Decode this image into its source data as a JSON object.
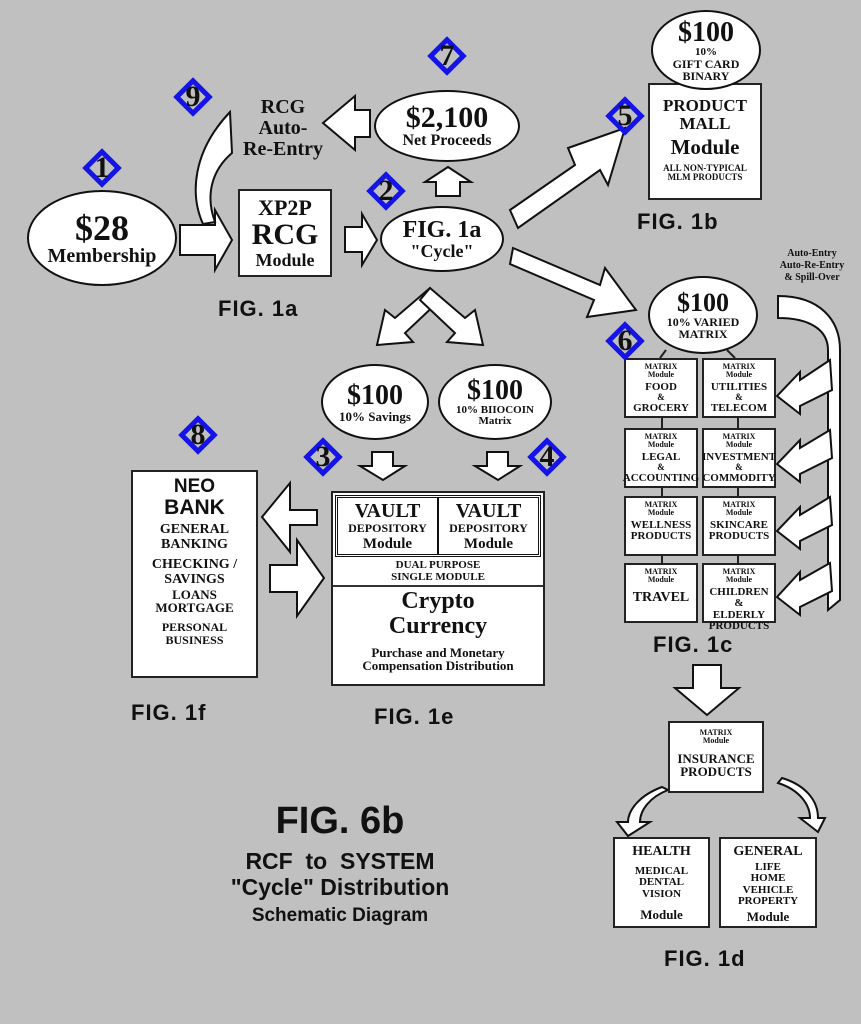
{
  "title": {
    "fig": "FIG. 6b",
    "line1": "RCF  to  SYSTEM",
    "line2": "\"Cycle\" Distribution",
    "line3": "Schematic Diagram"
  },
  "steps": {
    "s1": "1",
    "s2": "2",
    "s3": "3",
    "s4": "4",
    "s5": "5",
    "s6": "6",
    "s7": "7",
    "s8": "8",
    "s9": "9"
  },
  "fig1a": {
    "membership_amount": "$28",
    "membership_label": "Membership",
    "module_line1": "XP2P",
    "module_line2": "RCG",
    "module_line3": "Module",
    "reentry_line1": "RCG",
    "reentry_line2": "Auto-",
    "reentry_line3": "Re-Entry",
    "cycle_line1": "FIG. 1a",
    "cycle_line2": "\"Cycle\"",
    "net_amount": "$2,100",
    "net_label": "Net Proceeds",
    "caption": "FIG. 1a"
  },
  "fig1b": {
    "amount": "$100",
    "pct": "10%",
    "line2": "GIFT CARD",
    "line3": "BINARY",
    "box_line1": "PRODUCT",
    "box_line2": "MALL",
    "box_line3": "Module",
    "box_line4": "ALL NON-TYPICAL",
    "box_line5": "MLM PRODUCTS",
    "caption": "FIG. 1b"
  },
  "fig1c": {
    "amount": "$100",
    "line1": "10% VARIED",
    "line2": "MATRIX",
    "spill_line1": "Auto-Entry",
    "spill_line2": "Auto-Re-Entry",
    "spill_line3": "& Spill-Over",
    "module_tag": "MATRIX",
    "module_sub": "Module",
    "modules": [
      {
        "l1": "FOOD",
        "l2": "&",
        "l3": "GROCERY"
      },
      {
        "l1": "UTILITIES",
        "l2": "&",
        "l3": "TELECOM"
      },
      {
        "l1": "LEGAL",
        "l2": "&",
        "l3": "ACCOUNTING"
      },
      {
        "l1": "INVESTMENT",
        "l2": "&",
        "l3": "COMMODITY"
      },
      {
        "l1": "WELLNESS",
        "l2": "PRODUCTS",
        "l3": ""
      },
      {
        "l1": "SKINCARE",
        "l2": "PRODUCTS",
        "l3": ""
      },
      {
        "l1": "TRAVEL",
        "l2": "",
        "l3": ""
      },
      {
        "l1": "CHILDREN &",
        "l2": "ELDERLY",
        "l3": "PRODUCTS"
      }
    ],
    "caption": "FIG. 1c"
  },
  "fig1d": {
    "tag": "MATRIX",
    "sub": "Module",
    "line1": "INSURANCE",
    "line2": "PRODUCTS",
    "health_title": "HEALTH",
    "health_items": [
      "MEDICAL",
      "DENTAL",
      "VISION"
    ],
    "health_module": "Module",
    "general_title": "GENERAL",
    "general_items": [
      "LIFE",
      "HOME",
      "VEHICLE",
      "PROPERTY"
    ],
    "general_module": "Module",
    "caption": "FIG. 1d"
  },
  "fig1e": {
    "savings_amount": "$100",
    "savings_label": "10% Savings",
    "coin_amount": "$100",
    "coin_label1": "10% BIIOCOIN",
    "coin_label2": "Matrix",
    "vault_title": "VAULT",
    "vault_sub": "DEPOSITORY",
    "vault_module": "Module",
    "dual1": "DUAL PURPOSE",
    "dual2": "SINGLE MODULE",
    "crypto1": "Crypto",
    "crypto2": "Currency",
    "desc1": "Purchase and Monetary",
    "desc2": "Compensation Distribution",
    "caption": "FIG. 1e"
  },
  "fig1f": {
    "line1": "NEO",
    "line2": "BANK",
    "items": [
      "GENERAL",
      "BANKING",
      "CHECKING /",
      "SAVINGS",
      "LOANS",
      "MORTGAGE",
      "PERSONAL",
      "BUSINESS"
    ],
    "caption": "FIG. 1f"
  }
}
